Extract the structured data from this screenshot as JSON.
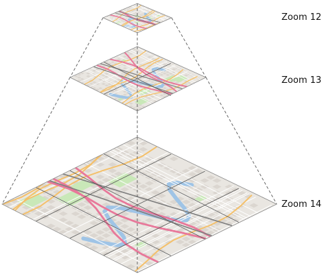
{
  "levels": [
    {
      "label": "Zoom 12",
      "grid": 1
    },
    {
      "label": "Zoom 13",
      "grid": 2
    },
    {
      "label": "Zoom 14",
      "grid": 4
    }
  ],
  "colors": {
    "map_base": "#e9e6e1",
    "block": "#d7d2cc",
    "park": "#c9e8b8",
    "water": "#9fc4e6",
    "road_major": "#e8789a",
    "road_arterial": "#f4c06a",
    "road_minor": "#ffffff",
    "rail": "#808080",
    "tile_grid": "#555555",
    "guide_line": "#666666",
    "label_text": "#111111"
  }
}
